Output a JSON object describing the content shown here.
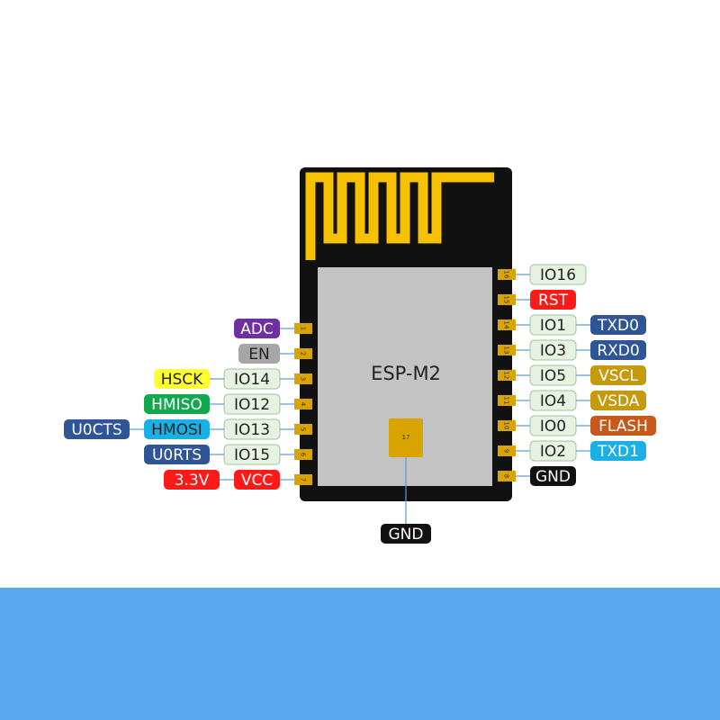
{
  "module": {
    "name": "ESP-M2",
    "pad_number": "17",
    "pad_label": "GND"
  },
  "colors": {
    "board": "#111111",
    "antenna": "#f6c100",
    "shield": "#c3c3c3",
    "pad": "#d9a400",
    "pin_box_fill": "#e8f2e2",
    "pin_box_border": "#9cc79a",
    "connector_line": "#5b9bd5",
    "background_band": "#5aa8ee"
  },
  "left_pins": [
    {
      "num": "1",
      "labels": [
        {
          "text": "ADC",
          "bg": "#7030a0",
          "fg": "#ffffff"
        }
      ]
    },
    {
      "num": "2",
      "labels": [
        {
          "text": "EN",
          "bg": "#a6a6a6",
          "fg": "#222222"
        }
      ]
    },
    {
      "num": "3",
      "labels": [
        {
          "text": "IO14",
          "bg": "#e8f2e2",
          "fg": "#222222",
          "border": "#9cc79a"
        },
        {
          "text": "HSCK",
          "bg": "#ffff33",
          "fg": "#222222"
        }
      ]
    },
    {
      "num": "4",
      "labels": [
        {
          "text": "IO12",
          "bg": "#e8f2e2",
          "fg": "#222222",
          "border": "#9cc79a"
        },
        {
          "text": "HMISO",
          "bg": "#12a84e",
          "fg": "#ffffff"
        }
      ]
    },
    {
      "num": "5",
      "labels": [
        {
          "text": "IO13",
          "bg": "#e8f2e2",
          "fg": "#222222",
          "border": "#9cc79a"
        },
        {
          "text": "HMOSI",
          "bg": "#19b0e6",
          "fg": "#222222"
        },
        {
          "text": "U0CTS",
          "bg": "#2f5597",
          "fg": "#ffffff"
        }
      ]
    },
    {
      "num": "6",
      "labels": [
        {
          "text": "IO15",
          "bg": "#e8f2e2",
          "fg": "#222222",
          "border": "#9cc79a"
        },
        {
          "text": "U0RTS",
          "bg": "#2f5597",
          "fg": "#ffffff"
        }
      ]
    },
    {
      "num": "7",
      "labels": [
        {
          "text": "VCC",
          "bg": "#ff1a1a",
          "fg": "#ffffff"
        },
        {
          "text": "3.3V",
          "bg": "#ff1a1a",
          "fg": "#ffffff"
        }
      ]
    }
  ],
  "right_pins": [
    {
      "num": "16",
      "labels": [
        {
          "text": "IO16",
          "bg": "#e8f2e2",
          "fg": "#222222",
          "border": "#9cc79a"
        }
      ]
    },
    {
      "num": "15",
      "labels": [
        {
          "text": "RST",
          "bg": "#ff1a1a",
          "fg": "#ffffff"
        }
      ]
    },
    {
      "num": "14",
      "labels": [
        {
          "text": "IO1",
          "bg": "#e8f2e2",
          "fg": "#222222",
          "border": "#9cc79a"
        },
        {
          "text": "TXD0",
          "bg": "#2f5597",
          "fg": "#ffffff"
        }
      ]
    },
    {
      "num": "13",
      "labels": [
        {
          "text": "IO3",
          "bg": "#e8f2e2",
          "fg": "#222222",
          "border": "#9cc79a"
        },
        {
          "text": "RXD0",
          "bg": "#2f5597",
          "fg": "#ffffff"
        }
      ]
    },
    {
      "num": "12",
      "labels": [
        {
          "text": "IO5",
          "bg": "#e8f2e2",
          "fg": "#222222",
          "border": "#9cc79a"
        },
        {
          "text": "VSCL",
          "bg": "#c59a0e",
          "fg": "#ffffff"
        }
      ]
    },
    {
      "num": "11",
      "labels": [
        {
          "text": "IO4",
          "bg": "#e8f2e2",
          "fg": "#222222",
          "border": "#9cc79a"
        },
        {
          "text": "VSDA",
          "bg": "#c59a0e",
          "fg": "#ffffff"
        }
      ]
    },
    {
      "num": "10",
      "labels": [
        {
          "text": "IO0",
          "bg": "#e8f2e2",
          "fg": "#222222",
          "border": "#9cc79a"
        },
        {
          "text": "FLASH",
          "bg": "#c5581b",
          "fg": "#ffffff"
        }
      ]
    },
    {
      "num": "9",
      "labels": [
        {
          "text": "IO2",
          "bg": "#e8f2e2",
          "fg": "#222222",
          "border": "#9cc79a"
        },
        {
          "text": "TXD1",
          "bg": "#19b0e6",
          "fg": "#ffffff"
        }
      ]
    },
    {
      "num": "8",
      "labels": [
        {
          "text": "GND",
          "bg": "#111111",
          "fg": "#ffffff"
        }
      ]
    }
  ]
}
